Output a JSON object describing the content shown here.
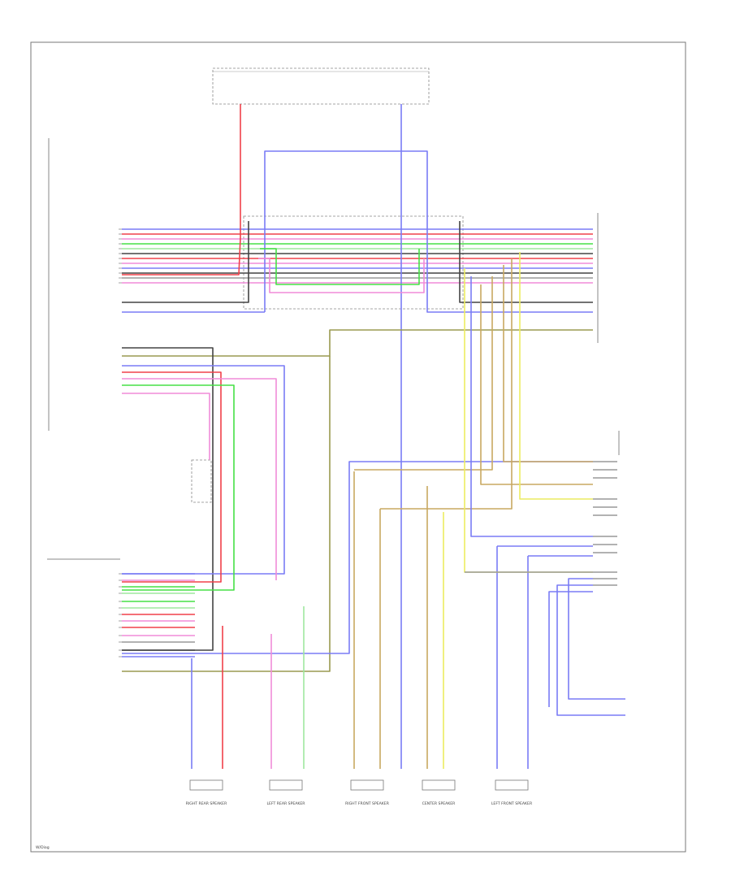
{
  "colors": {
    "red": "#f0404a",
    "pink": "#f08cd8",
    "green": "#46e046",
    "lightgreen": "#9ee89e",
    "blue": "#7a7cf5",
    "black": "#444444",
    "tan": "#c8a860",
    "olive": "#9a9a50",
    "yellow": "#ecec60",
    "gray": "#999999"
  },
  "speakers": [
    {
      "label": "RIGHT REAR SPEAKER"
    },
    {
      "label": "LEFT REAR SPEAKER"
    },
    {
      "label": "RIGHT FRONT SPEAKER"
    },
    {
      "label": "CENTER SPEAKER"
    },
    {
      "label": "LEFT FRONT SPEAKER"
    }
  ],
  "footer_code": "W/Diag"
}
